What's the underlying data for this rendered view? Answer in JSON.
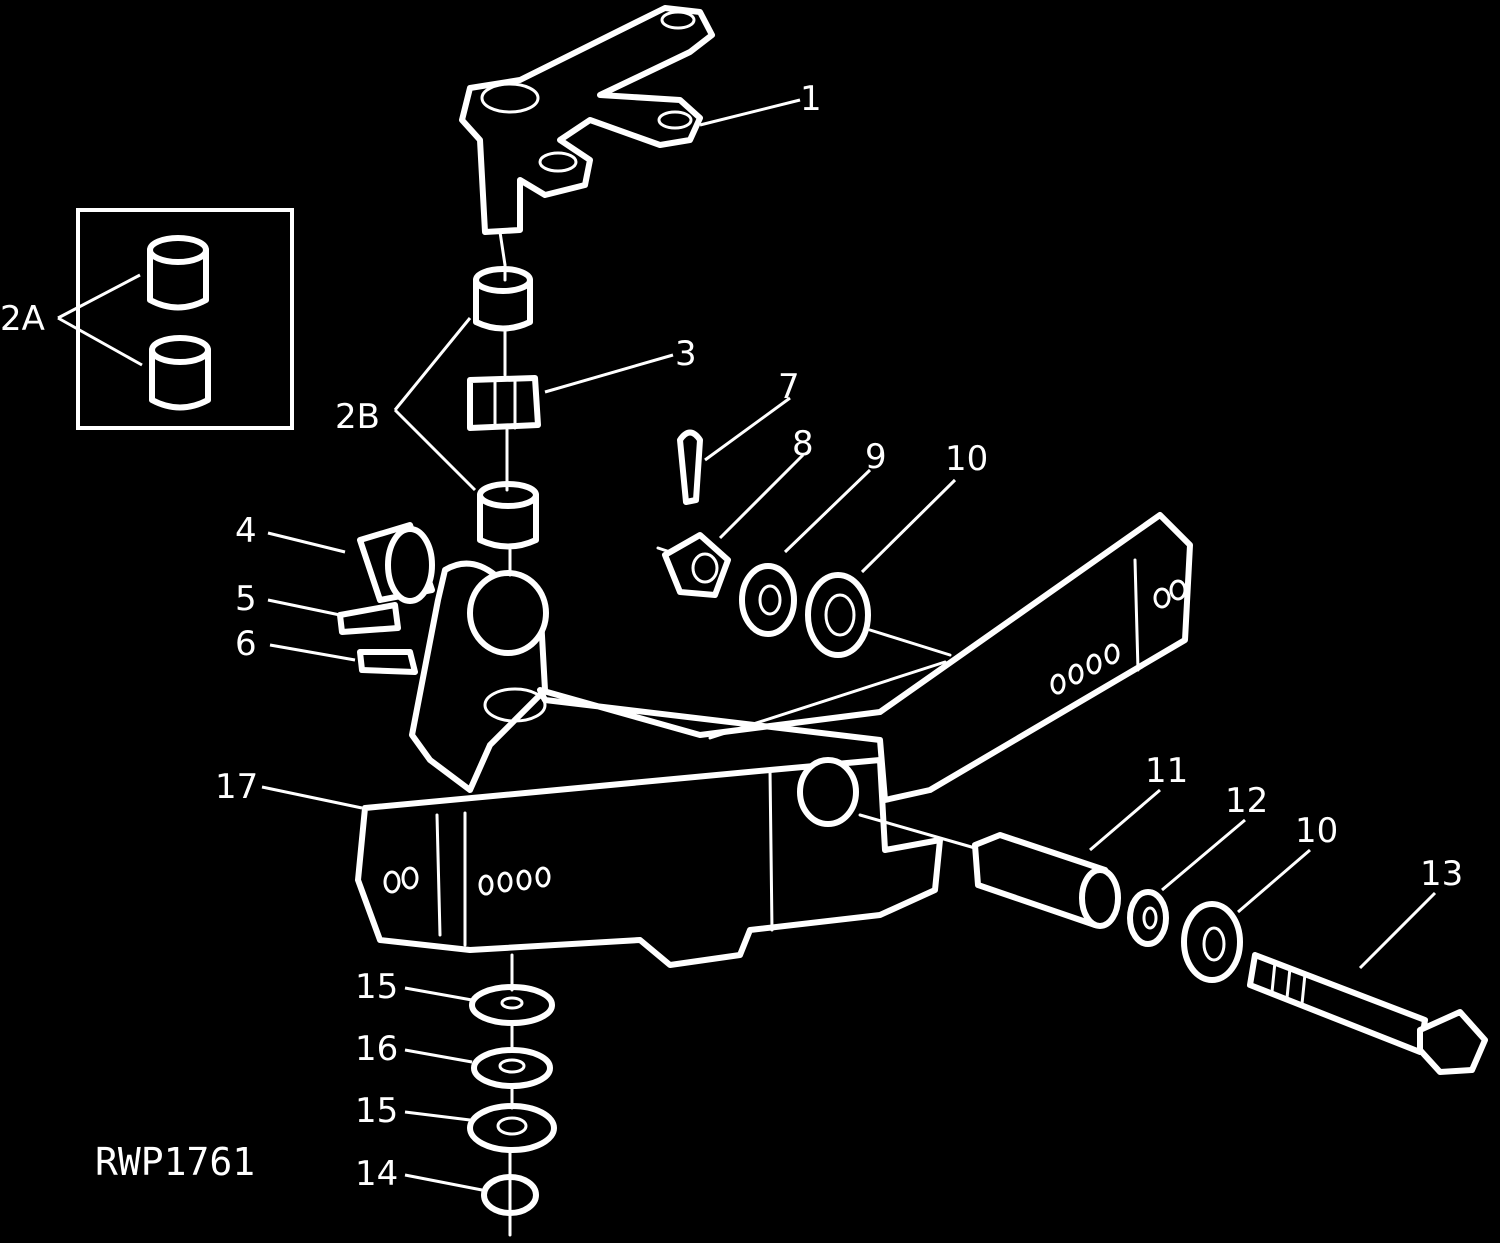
{
  "diagram": {
    "code": "RWP1761",
    "callouts": {
      "c1": "1",
      "c2A": "2A",
      "c2B": "2B",
      "c3": "3",
      "c4": "4",
      "c5": "5",
      "c6": "6",
      "c7": "7",
      "c8": "8",
      "c9": "9",
      "c10a": "10",
      "c10b": "10",
      "c11": "11",
      "c12": "12",
      "c13": "13",
      "c14": "14",
      "c15a": "15",
      "c15b": "15",
      "c16": "16",
      "c17": "17"
    },
    "colors": {
      "background": "#000000",
      "line": "#ffffff"
    }
  }
}
